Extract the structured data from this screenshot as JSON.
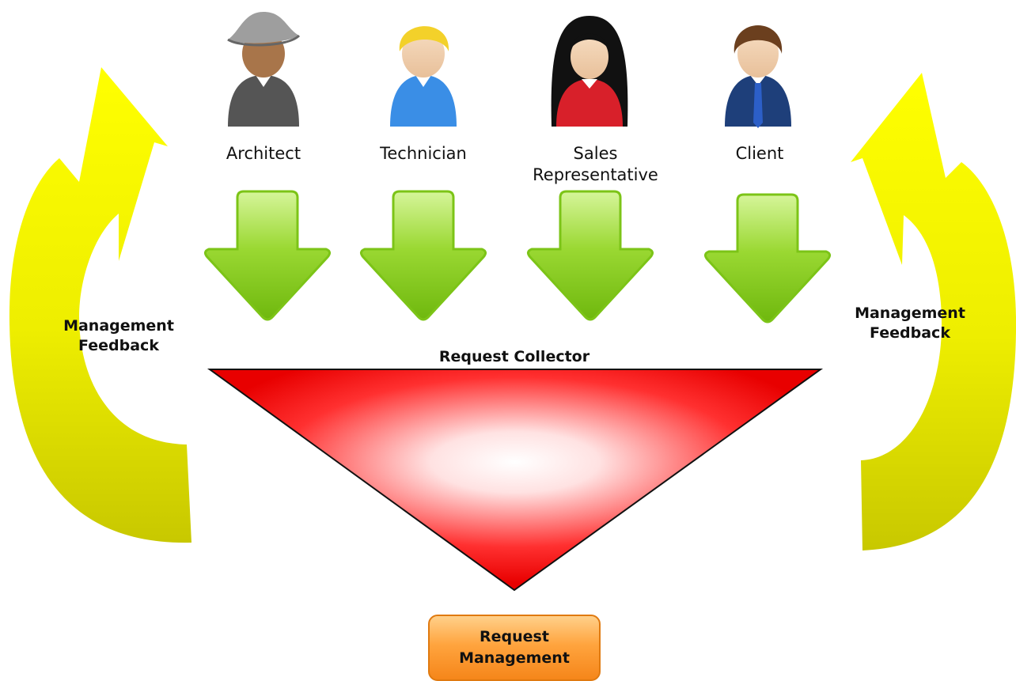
{
  "roles": [
    "Architect",
    "Technician",
    "Sales\nRepresentative",
    "Client"
  ],
  "collector_label": "Request Collector",
  "feedback_left": "Management\nFeedback",
  "feedback_right": "Management\nFeedback",
  "management_box": "Request\nManagement",
  "colors": {
    "feedback_arrow": "#ffff00",
    "feedback_arrow_shade": "#cccc00",
    "input_arrow": "#8cd41e",
    "collector_red": "#ee0000",
    "collector_center": "#ffffff",
    "management_orange": "#f7931e"
  },
  "icons": [
    "architect-avatar-icon",
    "technician-avatar-icon",
    "sales-representative-avatar-icon",
    "client-avatar-icon",
    "down-arrow-icon",
    "curved-arrow-icon"
  ]
}
